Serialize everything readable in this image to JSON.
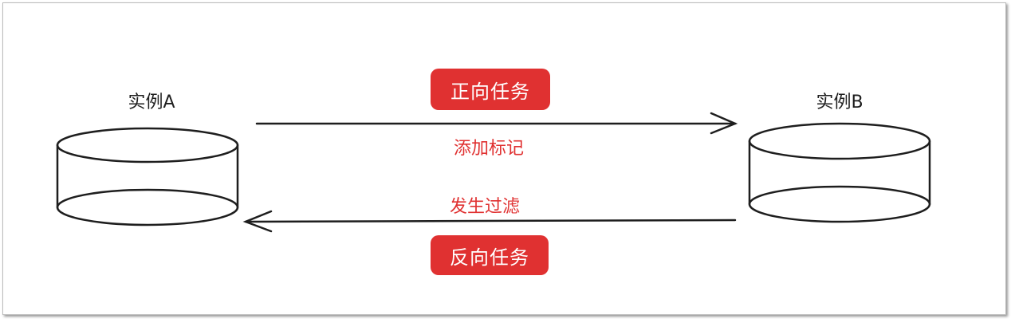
{
  "nodes": {
    "instance_a": "实例A",
    "instance_b": "实例B"
  },
  "edges": {
    "forward": {
      "badge": "正向任务",
      "label": "添加标记"
    },
    "reverse": {
      "badge": "反向任务",
      "label": "发生过滤"
    }
  },
  "colors": {
    "accent": "#e03131",
    "stroke": "#1e1e1e"
  }
}
